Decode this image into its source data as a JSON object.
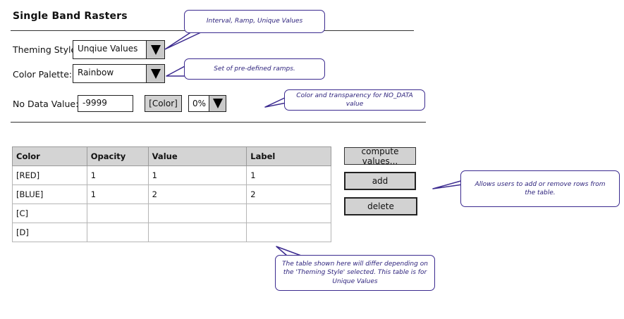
{
  "title": "Single Band Rasters",
  "theming_style": {
    "label": "Theming Style:",
    "value": "Unqiue Values"
  },
  "color_palette": {
    "label": "Color Palette:",
    "value": "Rainbow"
  },
  "no_data": {
    "label": "No Data Value:",
    "value": "-9999",
    "color_button": "[Color]",
    "opacity": "0%"
  },
  "table": {
    "headers": [
      "Color",
      "Opacity",
      "Value",
      "Label"
    ],
    "rows": [
      [
        "[RED]",
        "1",
        "1",
        "1"
      ],
      [
        "[BLUE]",
        "1",
        "2",
        "2"
      ],
      [
        "[C]",
        "",
        "",
        ""
      ],
      [
        "[D]",
        "",
        "",
        ""
      ]
    ]
  },
  "buttons": {
    "compute": "compute values...",
    "add": "add",
    "delete": "delete"
  },
  "notes": {
    "theming": "Interval, Ramp, Unique Values",
    "palette": "Set of pre-defined ramps.",
    "nodata": "Color and transparency for NO_DATA value",
    "rows": "Allows users to add or remove rows from the table.",
    "table": "The table shown here will differ depending on the 'Theming Style' selected.  This table is for Unique Values"
  },
  "colors": {
    "note_border": "#3b2a8f",
    "header_bg": "#d4d4d4",
    "button_bg": "#d2d2d2"
  }
}
